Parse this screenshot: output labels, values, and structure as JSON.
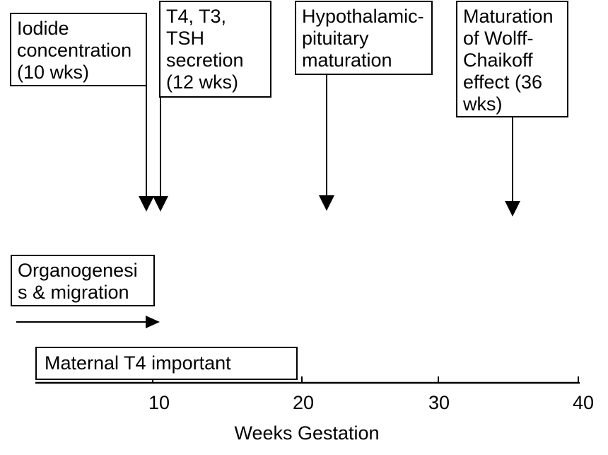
{
  "figure": {
    "boxes": {
      "iodide": {
        "lines": [
          "Iodide",
          "concentration",
          "(10 wks)"
        ]
      },
      "t4_t3_tsh": {
        "lines": [
          "T4, T3,",
          "TSH",
          "secretion",
          "(12 wks)"
        ]
      },
      "hypothalamic": {
        "lines": [
          "Hypothalamic-",
          "pituitary",
          "maturation"
        ]
      },
      "wolff_chaikoff": {
        "lines": [
          "Maturation",
          "of Wolff-",
          "Chaikoff",
          "effect (36",
          "wks)"
        ]
      },
      "organogenesis": {
        "lines": [
          "Organogenesi",
          "s & migration"
        ]
      },
      "maternal_t4": {
        "lines": [
          "Maternal T4 important"
        ]
      }
    },
    "axis": {
      "tick_labels": [
        "10",
        "20",
        "30",
        "40"
      ],
      "label": "Weeks Gestation"
    },
    "colors": {
      "ink": "#000000",
      "background": "#ffffff"
    }
  }
}
